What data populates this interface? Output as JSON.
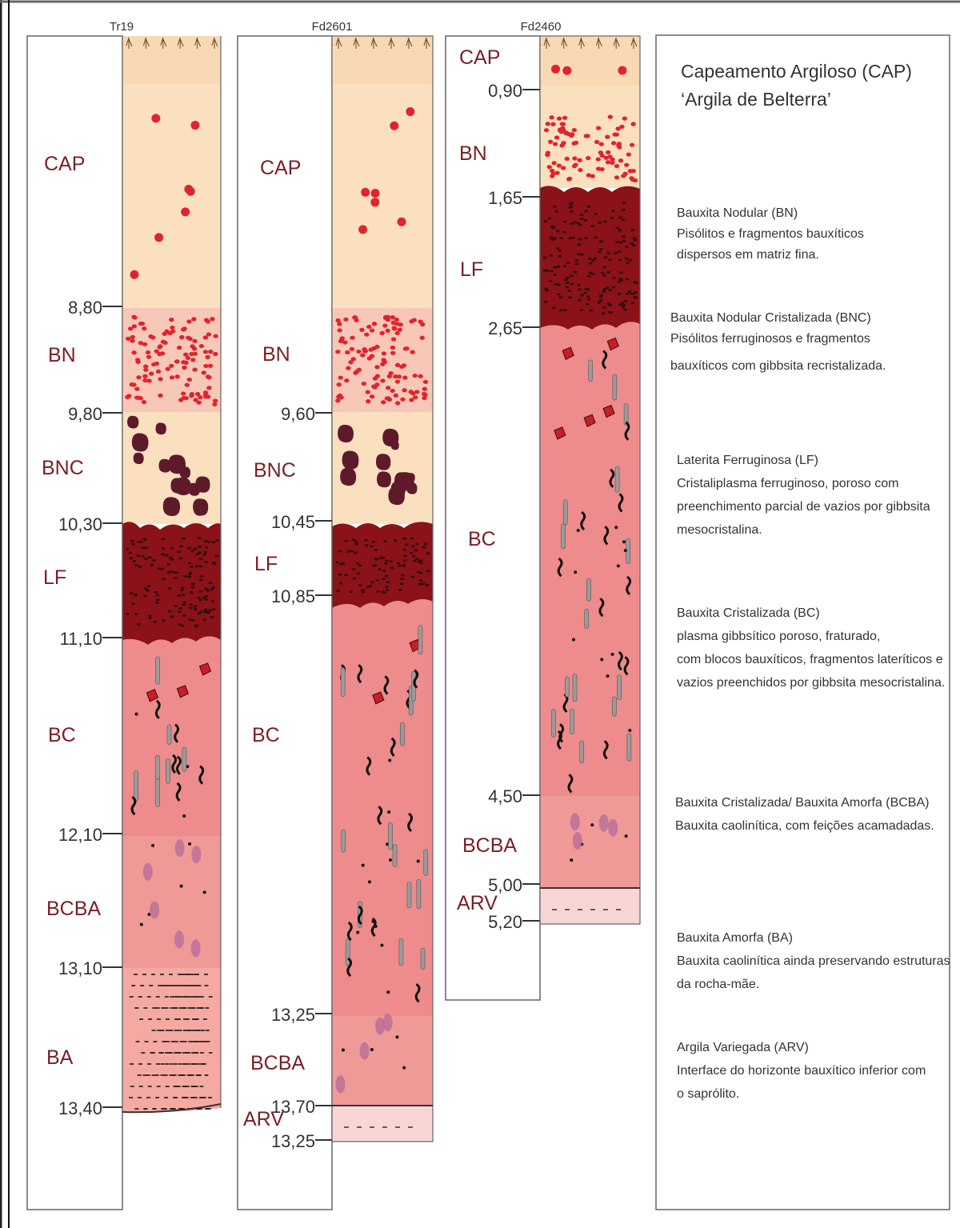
{
  "colors": {
    "cap": "#fbe0bf",
    "cap_top": "#f6d7b0",
    "bn": "#f7c7b7",
    "lf": "#8a1218",
    "bc": "#ee8b8c",
    "bc_light": "#f3a6a4",
    "bcba": "#ef9a96",
    "ba": "#f4a9a3",
    "arv": "#f9d6d6",
    "nodule": "#e0242e",
    "bnc_blob": "#5e1a2b",
    "purple_patch": "#b56a9a",
    "grey_crystal": "#9b9b9b",
    "label": "#7a1f24",
    "text": "#333333",
    "frame": "#666666"
  },
  "profiles": [
    {
      "title": "Tr19",
      "labels": [
        "CAP",
        "BN",
        "BNC",
        "LF",
        "BC",
        "BCBA",
        "BA"
      ],
      "depths": [
        "8,80",
        "9,80",
        "10,30",
        "11,10",
        "12,10",
        "13,10",
        "13,40"
      ]
    },
    {
      "title": "Fd2601",
      "labels": [
        "CAP",
        "BN",
        "BNC",
        "LF",
        "BC",
        "BCBA",
        "ARV"
      ],
      "depths": [
        "9,60",
        "10,45",
        "10,85",
        "13,25",
        "13,70",
        "13,25"
      ]
    },
    {
      "title": "Fd2460",
      "labels": [
        "CAP",
        "BN",
        "LF",
        "BC",
        "BCBA",
        "ARV"
      ],
      "depths": [
        "0,90",
        "1,65",
        "2,65",
        "4,50",
        "5,00",
        "5,20"
      ]
    }
  ],
  "legend": {
    "title_line1": "Capeamento Argiloso (CAP)",
    "title_line2": "‘Argila de Belterra’",
    "entries": [
      {
        "lines": [
          "Bauxita Nodular (BN)",
          "Pisólitos e fragmentos bauxíticos",
          "dispersos em matriz fina."
        ]
      },
      {
        "lines": [
          "Bauxita Nodular Cristalizada (BNC)",
          "Pisólitos ferruginosos e fragmentos",
          "bauxíticos com gibbsita recristalizada."
        ]
      },
      {
        "lines": [
          "Laterita Ferruginosa (LF)",
          "Cristaliplasma ferruginoso, poroso com",
          "preenchimento parcial de vazios por gibbsita",
          "mesocristalina."
        ]
      },
      {
        "lines": [
          "Bauxita Cristalizada (BC)",
          "plasma gibbsítico poroso, fraturado,",
          "com blocos bauxíticos, fragmentos lateríticos e",
          "vazios preenchidos por gibbsita mesocristalina."
        ]
      },
      {
        "lines": [
          "Bauxita Cristalizada/ Bauxita Amorfa (BCBA)",
          "Bauxita caolinítica, com feições acamadadas."
        ]
      },
      {
        "lines": [
          "Bauxita Amorfa (BA)",
          "Bauxita caolinítica ainda preservando estruturas",
          "da rocha-mãe."
        ]
      },
      {
        "lines": [
          "Argila  Variegada (ARV)",
          "Interface do horizonte bauxítico inferior com",
          "o saprólito."
        ]
      }
    ]
  }
}
